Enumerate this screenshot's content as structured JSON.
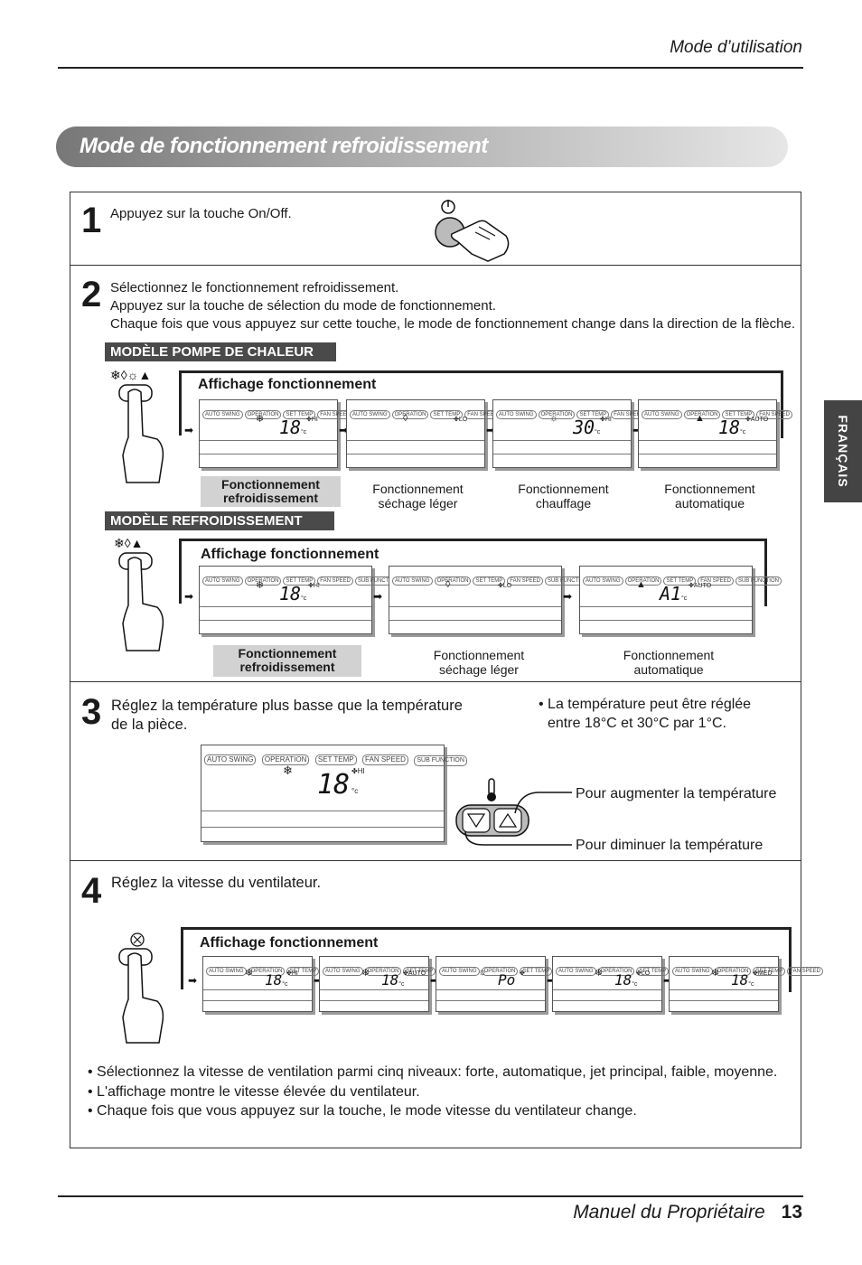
{
  "header": {
    "section": "Mode d’utilisation"
  },
  "banner": {
    "title": "Mode de fonctionnement refroidissement"
  },
  "side_tab": {
    "label": "FRANÇAIS"
  },
  "step1": {
    "number": "1",
    "text": "Appuyez sur la touche On/Off."
  },
  "step2": {
    "number": "2",
    "line1": "Sélectionnez le fonctionnement refroidissement.",
    "line2": "Appuyez sur la touche de sélection du mode de fonctionnement.",
    "line3": "Chaque fois que vous appuyez sur cette touche, le mode de fonctionnement change dans la direction de la flèche.",
    "heatpump": {
      "tab": "MODÈLE POMPE DE CHALEUR",
      "display_title": "Affichage fonctionnement",
      "labels": [
        [
          "Fonctionnement",
          "refroidissement"
        ],
        [
          "Fonctionnement",
          "séchage léger"
        ],
        [
          "Fonctionnement",
          "chauffage"
        ],
        [
          "Fonctionnement",
          "automatique"
        ]
      ],
      "screens": [
        {
          "digits": "18",
          "fan": "HI"
        },
        {
          "digits": "",
          "fan": "LO"
        },
        {
          "digits": "30",
          "fan": "HI"
        },
        {
          "digits": "18",
          "fan": "AUTO"
        }
      ]
    },
    "cooling": {
      "tab": "MODÈLE REFROIDISSEMENT",
      "display_title": "Affichage fonctionnement",
      "labels": [
        [
          "Fonctionnement",
          "refroidissement"
        ],
        [
          "Fonctionnement",
          "séchage léger"
        ],
        [
          "Fonctionnement",
          "automatique"
        ]
      ],
      "screens": [
        {
          "digits": "18",
          "fan": "HI"
        },
        {
          "digits": "",
          "fan": "LO"
        },
        {
          "digits": "A1",
          "fan": "AUTO"
        }
      ]
    }
  },
  "step3": {
    "number": "3",
    "text_line1": "Réglez la température plus basse que la température",
    "text_line2": "de la pièce.",
    "note_line1": "• La température peut être réglée",
    "note_line2": "entre 18°C et 30°C par 1°C.",
    "increase": "Pour augmenter la température",
    "decrease": "Pour diminuer la température",
    "screen": {
      "digits": "18",
      "fan": "HI"
    }
  },
  "step4": {
    "number": "4",
    "text": "Réglez la vitesse du ventilateur.",
    "display_title": "Affichage fonctionnement",
    "screens": [
      {
        "digits": "18",
        "fan": "HI"
      },
      {
        "digits": "18",
        "fan": "AUTO"
      },
      {
        "digits": "Po",
        "fan": ""
      },
      {
        "digits": "18",
        "fan": "LO"
      },
      {
        "digits": "18",
        "fan": "MED"
      }
    ],
    "bullets": [
      "• Sélectionnez la vitesse de ventilation parmi cinq niveaux: forte, automatique, jet principal, faible, moyenne.",
      "• L'affichage montre le vitesse élevée du ventilateur.",
      "• Chaque fois que vous appuyez sur la touche, le mode vitesse du ventilateur change."
    ]
  },
  "lcd_chips": [
    "AUTO SWING",
    "OPERATION",
    "SET TEMP",
    "FAN SPEED"
  ],
  "lcd_chips_sub": [
    "AUTO SWING",
    "OPERATION",
    "SET TEMP",
    "FAN SPEED",
    "SUB FUNCTION"
  ],
  "unit": "°c",
  "footer": {
    "title": "Manuel du Propriétaire",
    "page": "13"
  }
}
